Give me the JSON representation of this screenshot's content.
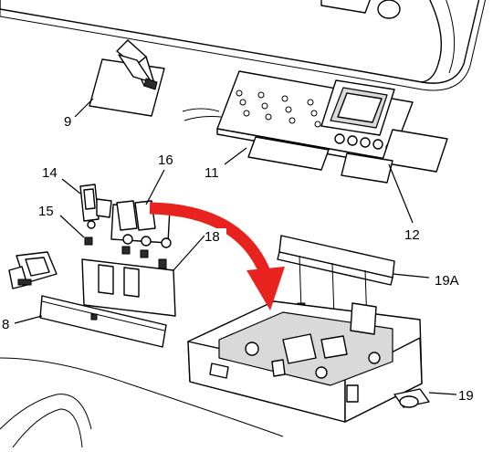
{
  "callouts": {
    "c8": "8",
    "c9": "9",
    "c11": "11",
    "c12": "12",
    "c14": "14",
    "c15": "15",
    "c16": "16",
    "c18": "18",
    "c19": "19",
    "c19a": "19A"
  },
  "colors": {
    "arrow": "#e8231f",
    "line": "#000000",
    "shade": "#d9d9d9"
  }
}
